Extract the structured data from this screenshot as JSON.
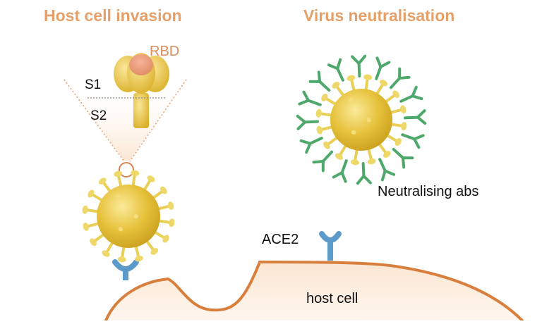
{
  "headings": {
    "left": "Host cell invasion",
    "right": "Virus neutralisation"
  },
  "labels": {
    "rbd": "RBD",
    "s1": "S1",
    "s2": "S2",
    "neutralising_abs": "Neutralising abs",
    "ace2": "ACE2",
    "host_cell": "host cell"
  },
  "colors": {
    "heading": "#E5A06A",
    "rbd_label": "#D98F5C",
    "virus_body": "#E3BE2F",
    "spike": "#EED86A",
    "antibody": "#4FA86B",
    "receptor": "#5B9AC9",
    "membrane": "#D97F3E",
    "cell_fill": "#FBEBDC",
    "rbd_tip": "#E89570"
  }
}
